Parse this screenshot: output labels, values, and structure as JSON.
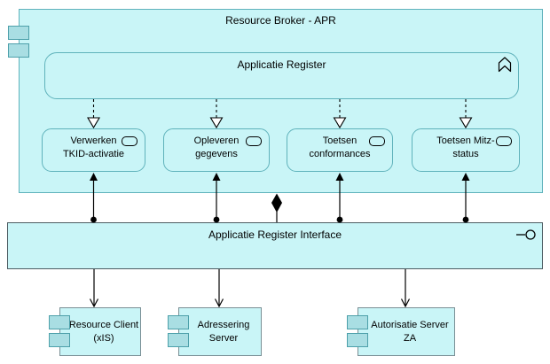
{
  "diagram": {
    "title": "Resource Broker - APR",
    "register": {
      "label": "Applicatie Register"
    },
    "services": [
      {
        "label": "Verwerken\nTKID-activatie"
      },
      {
        "label": "Opleveren\ngegevens"
      },
      {
        "label": "Toetsen\nconformances"
      },
      {
        "label": "Toetsen Mitz-\nstatus"
      }
    ],
    "interface_bar": {
      "label": "Applicatie Register Interface"
    },
    "components": [
      {
        "label": "Resource Client\n(xIS)"
      },
      {
        "label": "Adressering\nServer"
      },
      {
        "label": "Autorisatie Server\nZA"
      }
    ],
    "icons": {
      "container_icon": "uml-component-icon",
      "register_icon": "application-function-icon",
      "service_icon": "application-service-icon",
      "interface_icon": "provided-interface-lollipop-icon"
    },
    "colors": {
      "element_fill": "#c9f5f7",
      "port_fill": "#a9dee3",
      "element_border": "#5fb2bb",
      "interface_border": "#4d5d63",
      "component_border": "#7a8f95",
      "connector": "#000000"
    }
  }
}
